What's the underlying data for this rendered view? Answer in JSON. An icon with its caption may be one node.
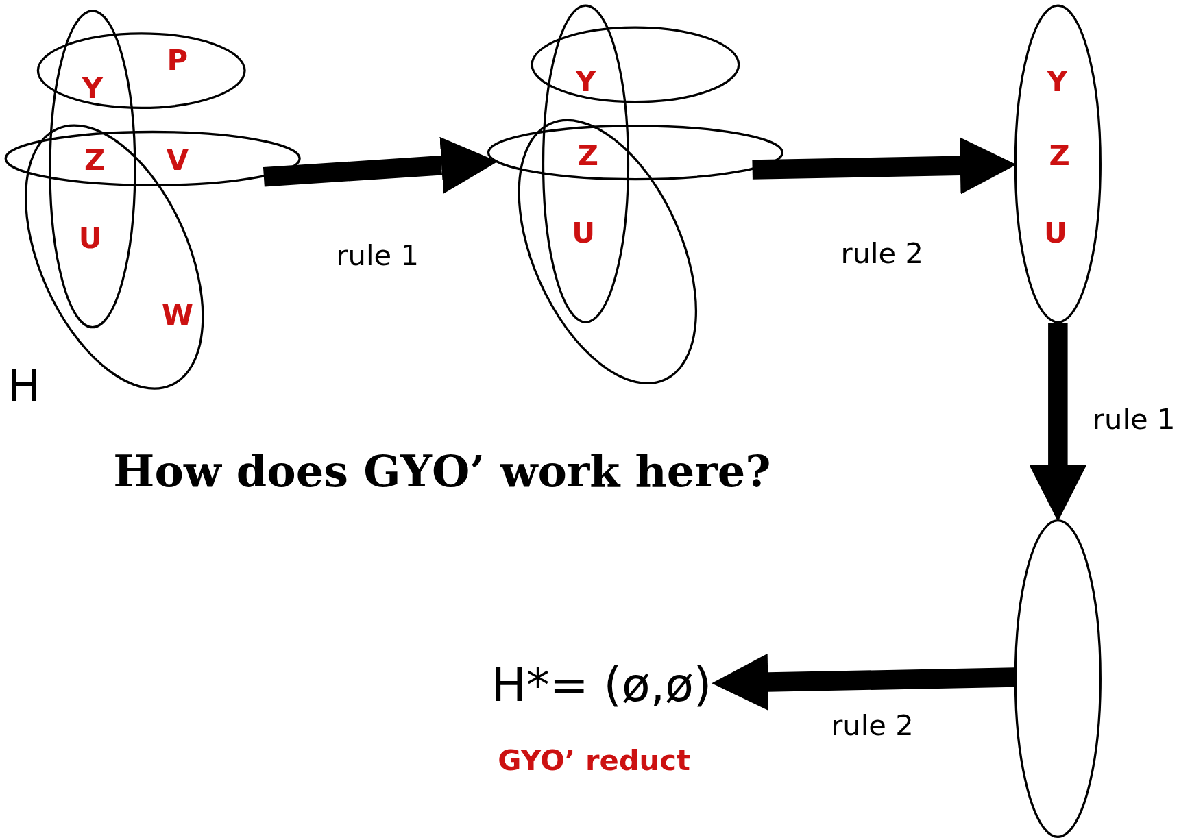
{
  "diagram": {
    "title": "How does GYO’ work here?",
    "nodes": [
      {
        "text": [],
        "shape": "ellipse"
      },
      {
        "text": [],
        "shape": "ellipse"
      },
      {
        "text": [],
        "shape": "ellipse"
      },
      {
        "text": [],
        "shape": "ellipse"
      },
      {
        "text": [],
        "shape": "ellipse"
      },
      {
        "text": [],
        "shape": "ellipse"
      },
      {
        "text": [],
        "shape": "ellipse"
      },
      {
        "text": [],
        "shape": "ellipse"
      },
      {
        "text": [
          "Y",
          "Z",
          "U"
        ]
      },
      {
        "text": [],
        "shape": "ellipse"
      },
      {
        "text": [
          "H*= (ø,ø)"
        ],
        "beside": [
          "GYO’ reduct"
        ]
      }
    ],
    "edges": [
      {
        "from": 2,
        "to": 6,
        "arrow": "to",
        "label": "rule 1"
      },
      {
        "from": 6,
        "to": 8,
        "arrow": "to",
        "label": "rule 2"
      },
      {
        "from": 8,
        "to": 9,
        "arrow": "to",
        "label": "rule 1"
      },
      {
        "from": 9,
        "to": 10,
        "arrow": "to",
        "label": "rule 2"
      }
    ],
    "labels": [
      "Y",
      "P",
      "Z",
      "V",
      "U",
      "W",
      "H",
      "Y",
      "Z",
      "U"
    ]
  }
}
